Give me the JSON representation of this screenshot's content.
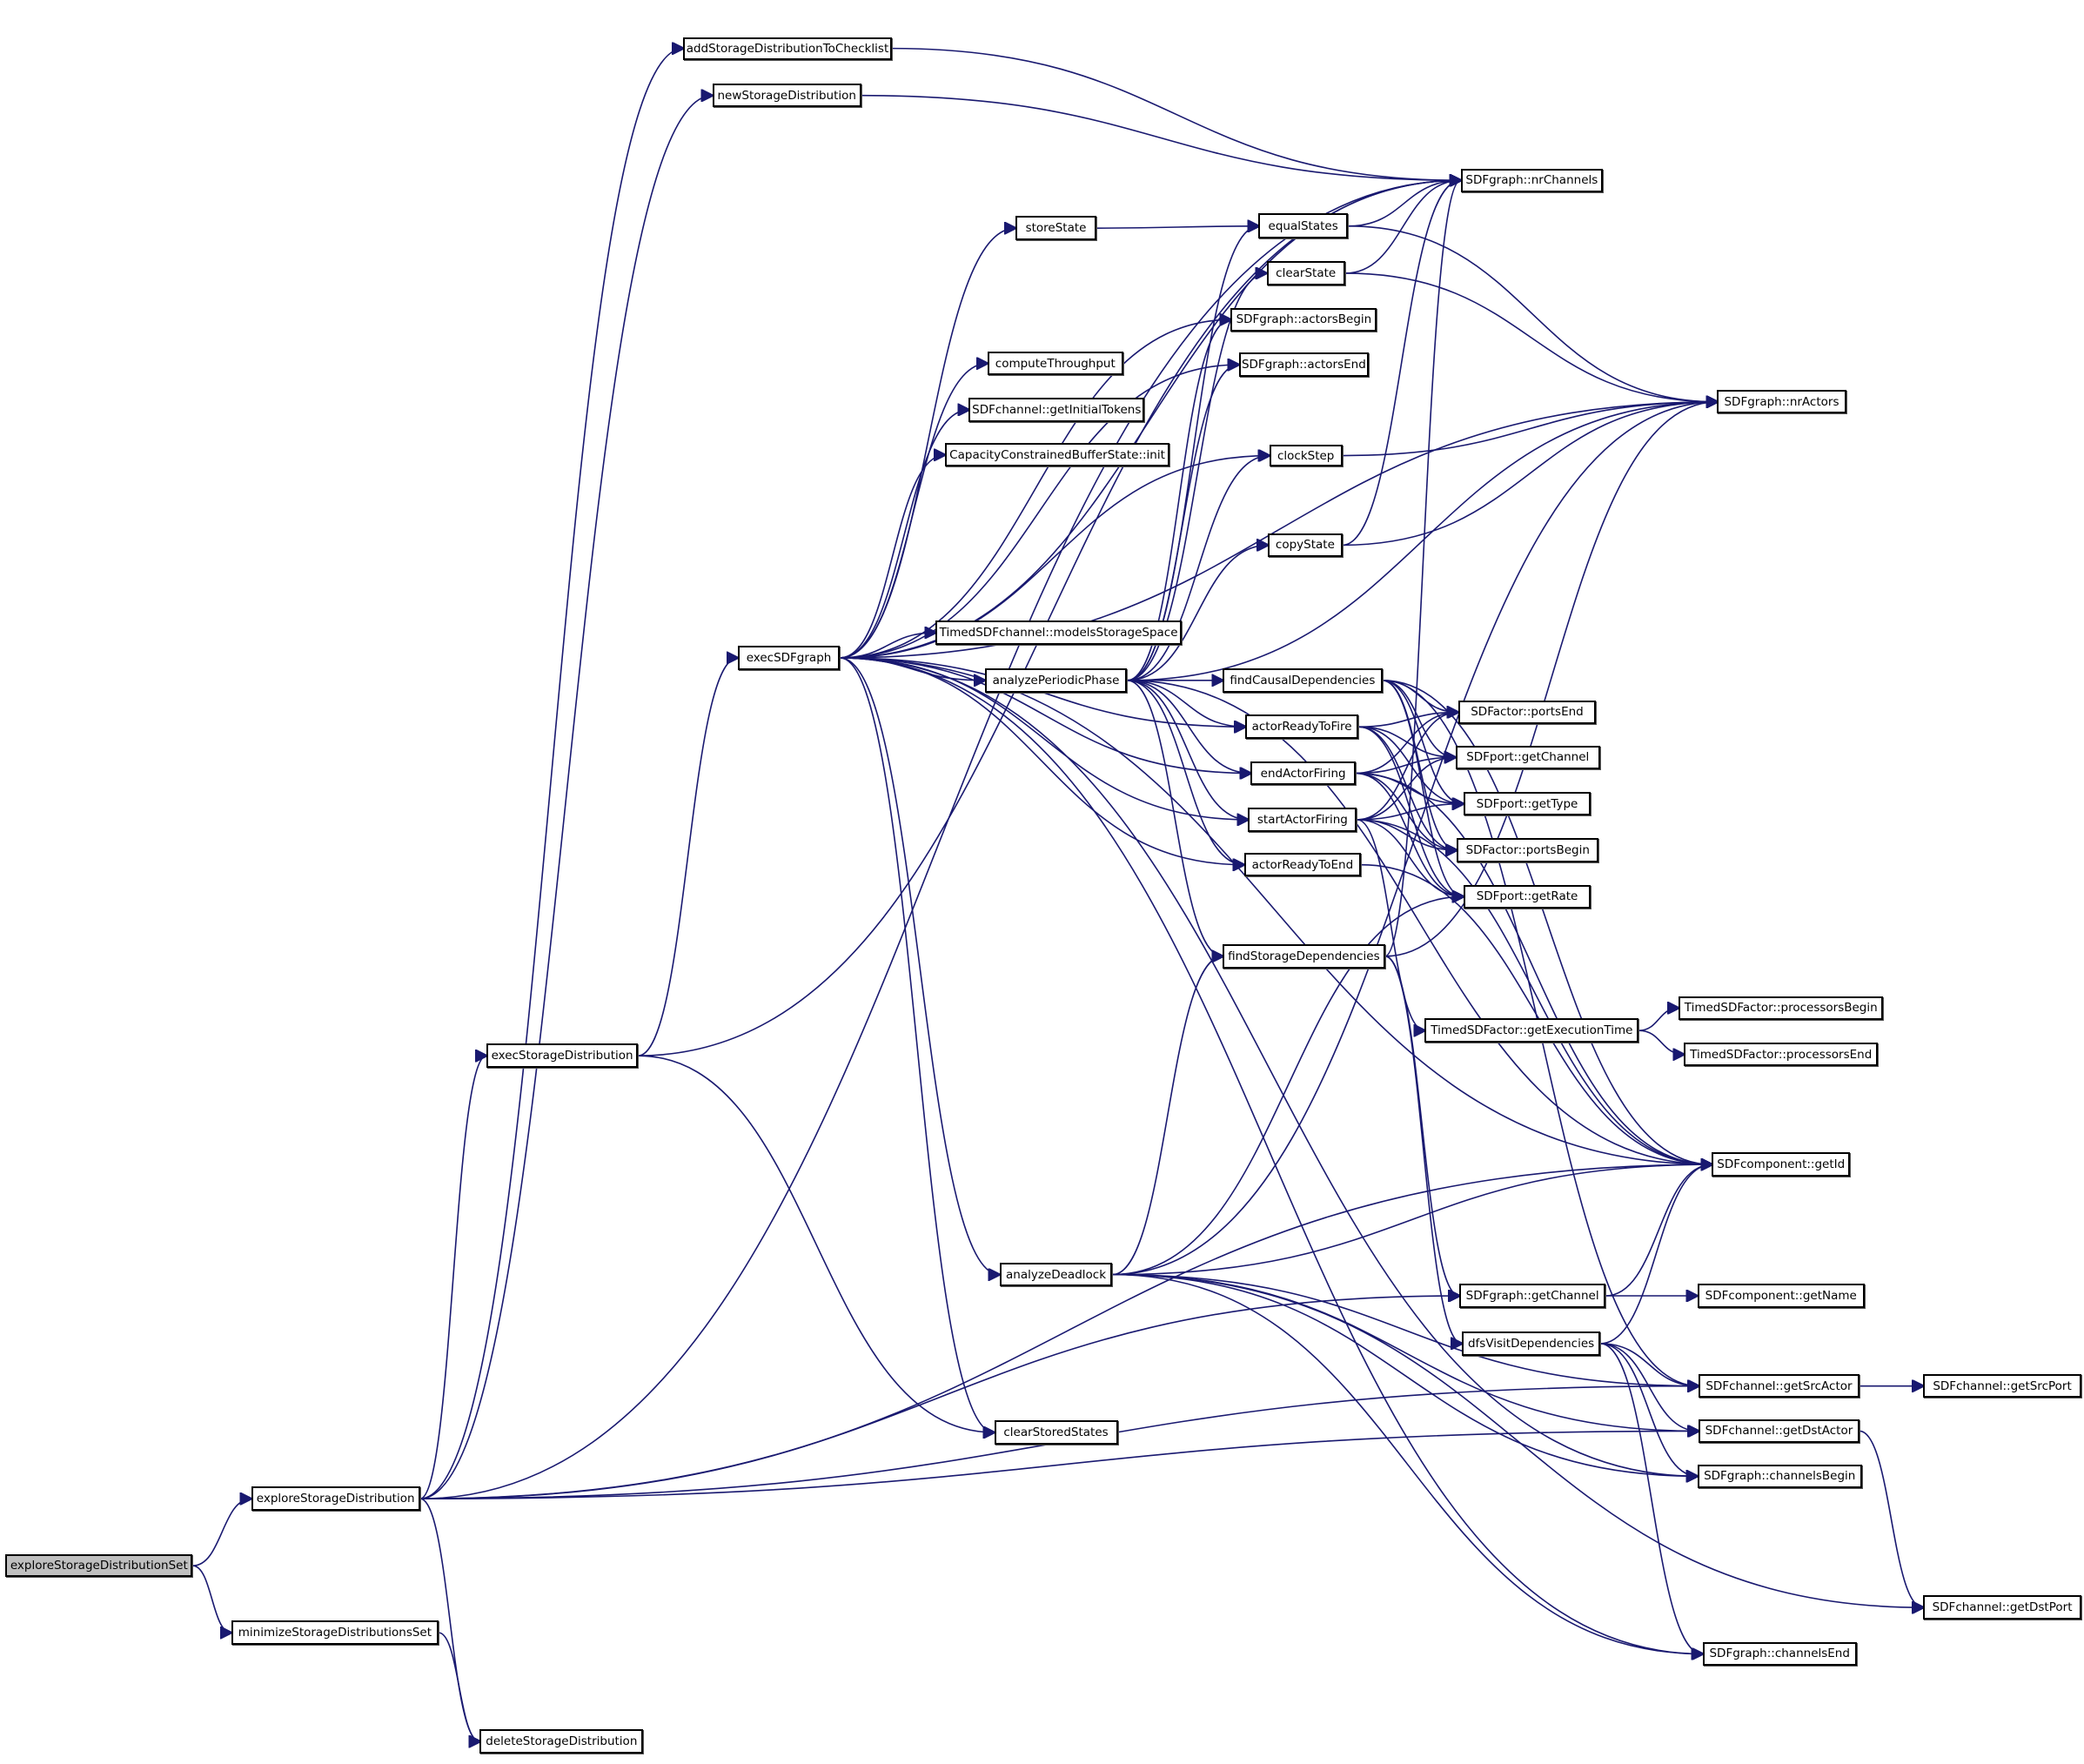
{
  "graph": {
    "title": "Call graph of exploreStorageDistributionSet",
    "colors": {
      "edge": "#191970",
      "root_fill": "#bfbfbf",
      "node_fill": "#ffffff",
      "border": "#000000"
    },
    "root": "exploreStorageDistributionSet",
    "nodes": [
      {
        "id": "exploreStorageDistributionSet",
        "label": "exploreStorageDistributionSet",
        "root": true
      },
      {
        "id": "exploreStorageDistribution",
        "label": "exploreStorageDistribution"
      },
      {
        "id": "minimizeStorageDistributionsSet",
        "label": "minimizeStorageDistributionsSet"
      },
      {
        "id": "deleteStorageDistribution",
        "label": "deleteStorageDistribution"
      },
      {
        "id": "addStorageDistributionToChecklist",
        "label": "addStorageDistributionToChecklist"
      },
      {
        "id": "newStorageDistribution",
        "label": "newStorageDistribution"
      },
      {
        "id": "execStorageDistribution",
        "label": "execStorageDistribution"
      },
      {
        "id": "execSDFgraph",
        "label": "execSDFgraph"
      },
      {
        "id": "storeState",
        "label": "storeState"
      },
      {
        "id": "equalStates",
        "label": "equalStates"
      },
      {
        "id": "clearState",
        "label": "clearState"
      },
      {
        "id": "actorsBegin",
        "label": "SDFgraph::actorsBegin"
      },
      {
        "id": "actorsEnd",
        "label": "SDFgraph::actorsEnd"
      },
      {
        "id": "computeThroughput",
        "label": "computeThroughput"
      },
      {
        "id": "getInitialTokens",
        "label": "SDFchannel::getInitialTokens"
      },
      {
        "id": "ccbsInit",
        "label": "CapacityConstrainedBufferState::init"
      },
      {
        "id": "clockStep",
        "label": "clockStep"
      },
      {
        "id": "copyState",
        "label": "copyState"
      },
      {
        "id": "modelsStorageSpace",
        "label": "TimedSDFchannel::modelsStorageSpace"
      },
      {
        "id": "analyzePeriodicPhase",
        "label": "analyzePeriodicPhase"
      },
      {
        "id": "findCausalDependencies",
        "label": "findCausalDependencies"
      },
      {
        "id": "actorReadyToFire",
        "label": "actorReadyToFire"
      },
      {
        "id": "endActorFiring",
        "label": "endActorFiring"
      },
      {
        "id": "startActorFiring",
        "label": "startActorFiring"
      },
      {
        "id": "actorReadyToEnd",
        "label": "actorReadyToEnd"
      },
      {
        "id": "findStorageDependencies",
        "label": "findStorageDependencies"
      },
      {
        "id": "nrChannels",
        "label": "SDFgraph::nrChannels"
      },
      {
        "id": "nrActors",
        "label": "SDFgraph::nrActors"
      },
      {
        "id": "portsEnd",
        "label": "SDFactor::portsEnd"
      },
      {
        "id": "portGetChannel",
        "label": "SDFport::getChannel"
      },
      {
        "id": "getType",
        "label": "SDFport::getType"
      },
      {
        "id": "portsBegin",
        "label": "SDFactor::portsBegin"
      },
      {
        "id": "getRate",
        "label": "SDFport::getRate"
      },
      {
        "id": "getExecutionTime",
        "label": "TimedSDFactor::getExecutionTime"
      },
      {
        "id": "processorsBegin",
        "label": "TimedSDFactor::processorsBegin"
      },
      {
        "id": "processorsEnd",
        "label": "TimedSDFactor::processorsEnd"
      },
      {
        "id": "getId",
        "label": "SDFcomponent::getId"
      },
      {
        "id": "analyzeDeadlock",
        "label": "analyzeDeadlock"
      },
      {
        "id": "graphGetChannel",
        "label": "SDFgraph::getChannel"
      },
      {
        "id": "getName",
        "label": "SDFcomponent::getName"
      },
      {
        "id": "dfsVisitDependencies",
        "label": "dfsVisitDependencies"
      },
      {
        "id": "getSrcActor",
        "label": "SDFchannel::getSrcActor"
      },
      {
        "id": "getSrcPort",
        "label": "SDFchannel::getSrcPort"
      },
      {
        "id": "clearStoredStates",
        "label": "clearStoredStates"
      },
      {
        "id": "getDstActor",
        "label": "SDFchannel::getDstActor"
      },
      {
        "id": "channelsBegin",
        "label": "SDFgraph::channelsBegin"
      },
      {
        "id": "getDstPort",
        "label": "SDFchannel::getDstPort"
      },
      {
        "id": "channelsEnd",
        "label": "SDFgraph::channelsEnd"
      }
    ],
    "edges": [
      [
        "exploreStorageDistributionSet",
        "exploreStorageDistribution"
      ],
      [
        "exploreStorageDistributionSet",
        "minimizeStorageDistributionsSet"
      ],
      [
        "minimizeStorageDistributionsSet",
        "deleteStorageDistribution"
      ],
      [
        "exploreStorageDistribution",
        "addStorageDistributionToChecklist"
      ],
      [
        "exploreStorageDistribution",
        "newStorageDistribution"
      ],
      [
        "exploreStorageDistribution",
        "nrChannels"
      ],
      [
        "exploreStorageDistribution",
        "execStorageDistribution"
      ],
      [
        "exploreStorageDistribution",
        "deleteStorageDistribution"
      ],
      [
        "exploreStorageDistribution",
        "graphGetChannel"
      ],
      [
        "exploreStorageDistribution",
        "getSrcActor"
      ],
      [
        "exploreStorageDistribution",
        "getDstActor"
      ],
      [
        "exploreStorageDistribution",
        "getId"
      ],
      [
        "addStorageDistributionToChecklist",
        "nrChannels"
      ],
      [
        "newStorageDistribution",
        "nrChannels"
      ],
      [
        "execStorageDistribution",
        "nrChannels"
      ],
      [
        "execStorageDistribution",
        "execSDFgraph"
      ],
      [
        "execStorageDistribution",
        "clearStoredStates"
      ],
      [
        "execSDFgraph",
        "nrChannels"
      ],
      [
        "execSDFgraph",
        "storeState"
      ],
      [
        "execSDFgraph",
        "actorsBegin"
      ],
      [
        "execSDFgraph",
        "actorsEnd"
      ],
      [
        "execSDFgraph",
        "computeThroughput"
      ],
      [
        "execSDFgraph",
        "getInitialTokens"
      ],
      [
        "execSDFgraph",
        "ccbsInit"
      ],
      [
        "execSDFgraph",
        "nrActors"
      ],
      [
        "execSDFgraph",
        "clockStep"
      ],
      [
        "execSDFgraph",
        "modelsStorageSpace"
      ],
      [
        "execSDFgraph",
        "analyzePeriodicPhase"
      ],
      [
        "execSDFgraph",
        "actorReadyToFire"
      ],
      [
        "execSDFgraph",
        "endActorFiring"
      ],
      [
        "execSDFgraph",
        "startActorFiring"
      ],
      [
        "execSDFgraph",
        "actorReadyToEnd"
      ],
      [
        "execSDFgraph",
        "getId"
      ],
      [
        "execSDFgraph",
        "analyzeDeadlock"
      ],
      [
        "execSDFgraph",
        "clearStoredStates"
      ],
      [
        "execSDFgraph",
        "channelsBegin"
      ],
      [
        "execSDFgraph",
        "channelsEnd"
      ],
      [
        "storeState",
        "equalStates"
      ],
      [
        "equalStates",
        "nrChannels"
      ],
      [
        "equalStates",
        "nrActors"
      ],
      [
        "clearState",
        "nrChannels"
      ],
      [
        "clearState",
        "nrActors"
      ],
      [
        "clockStep",
        "nrActors"
      ],
      [
        "copyState",
        "nrChannels"
      ],
      [
        "copyState",
        "nrActors"
      ],
      [
        "analyzePeriodicPhase",
        "equalStates"
      ],
      [
        "analyzePeriodicPhase",
        "clearState"
      ],
      [
        "analyzePeriodicPhase",
        "actorsBegin"
      ],
      [
        "analyzePeriodicPhase",
        "actorsEnd"
      ],
      [
        "analyzePeriodicPhase",
        "clockStep"
      ],
      [
        "analyzePeriodicPhase",
        "copyState"
      ],
      [
        "analyzePeriodicPhase",
        "nrActors"
      ],
      [
        "analyzePeriodicPhase",
        "findCausalDependencies"
      ],
      [
        "analyzePeriodicPhase",
        "actorReadyToFire"
      ],
      [
        "analyzePeriodicPhase",
        "endActorFiring"
      ],
      [
        "analyzePeriodicPhase",
        "startActorFiring"
      ],
      [
        "analyzePeriodicPhase",
        "actorReadyToEnd"
      ],
      [
        "analyzePeriodicPhase",
        "findStorageDependencies"
      ],
      [
        "analyzePeriodicPhase",
        "getId"
      ],
      [
        "findCausalDependencies",
        "portsEnd"
      ],
      [
        "findCausalDependencies",
        "portGetChannel"
      ],
      [
        "findCausalDependencies",
        "getType"
      ],
      [
        "findCausalDependencies",
        "portsBegin"
      ],
      [
        "findCausalDependencies",
        "getRate"
      ],
      [
        "findCausalDependencies",
        "getId"
      ],
      [
        "findCausalDependencies",
        "getSrcActor"
      ],
      [
        "actorReadyToFire",
        "portsEnd"
      ],
      [
        "actorReadyToFire",
        "portGetChannel"
      ],
      [
        "actorReadyToFire",
        "getType"
      ],
      [
        "actorReadyToFire",
        "portsBegin"
      ],
      [
        "actorReadyToFire",
        "getRate"
      ],
      [
        "endActorFiring",
        "portsEnd"
      ],
      [
        "endActorFiring",
        "portGetChannel"
      ],
      [
        "endActorFiring",
        "getType"
      ],
      [
        "endActorFiring",
        "portsBegin"
      ],
      [
        "endActorFiring",
        "getRate"
      ],
      [
        "endActorFiring",
        "getId"
      ],
      [
        "startActorFiring",
        "portsEnd"
      ],
      [
        "startActorFiring",
        "portGetChannel"
      ],
      [
        "startActorFiring",
        "getType"
      ],
      [
        "startActorFiring",
        "portsBegin"
      ],
      [
        "startActorFiring",
        "getRate"
      ],
      [
        "startActorFiring",
        "getExecutionTime"
      ],
      [
        "startActorFiring",
        "getId"
      ],
      [
        "actorReadyToEnd",
        "getId"
      ],
      [
        "findStorageDependencies",
        "nrChannels"
      ],
      [
        "findStorageDependencies",
        "nrActors"
      ],
      [
        "findStorageDependencies",
        "graphGetChannel"
      ],
      [
        "findStorageDependencies",
        "dfsVisitDependencies"
      ],
      [
        "getExecutionTime",
        "processorsBegin"
      ],
      [
        "getExecutionTime",
        "processorsEnd"
      ],
      [
        "analyzeDeadlock",
        "getRate"
      ],
      [
        "analyzeDeadlock",
        "findStorageDependencies"
      ],
      [
        "analyzeDeadlock",
        "nrActors"
      ],
      [
        "analyzeDeadlock",
        "getId"
      ],
      [
        "analyzeDeadlock",
        "getSrcActor"
      ],
      [
        "analyzeDeadlock",
        "getDstActor"
      ],
      [
        "analyzeDeadlock",
        "channelsBegin"
      ],
      [
        "analyzeDeadlock",
        "channelsEnd"
      ],
      [
        "analyzeDeadlock",
        "getDstPort"
      ],
      [
        "graphGetChannel",
        "getName"
      ],
      [
        "graphGetChannel",
        "getId"
      ],
      [
        "dfsVisitDependencies",
        "getId"
      ],
      [
        "dfsVisitDependencies",
        "getSrcActor"
      ],
      [
        "dfsVisitDependencies",
        "getDstActor"
      ],
      [
        "dfsVisitDependencies",
        "channelsBegin"
      ],
      [
        "dfsVisitDependencies",
        "channelsEnd"
      ],
      [
        "getSrcActor",
        "getSrcPort"
      ],
      [
        "getDstActor",
        "getDstPort"
      ]
    ]
  }
}
